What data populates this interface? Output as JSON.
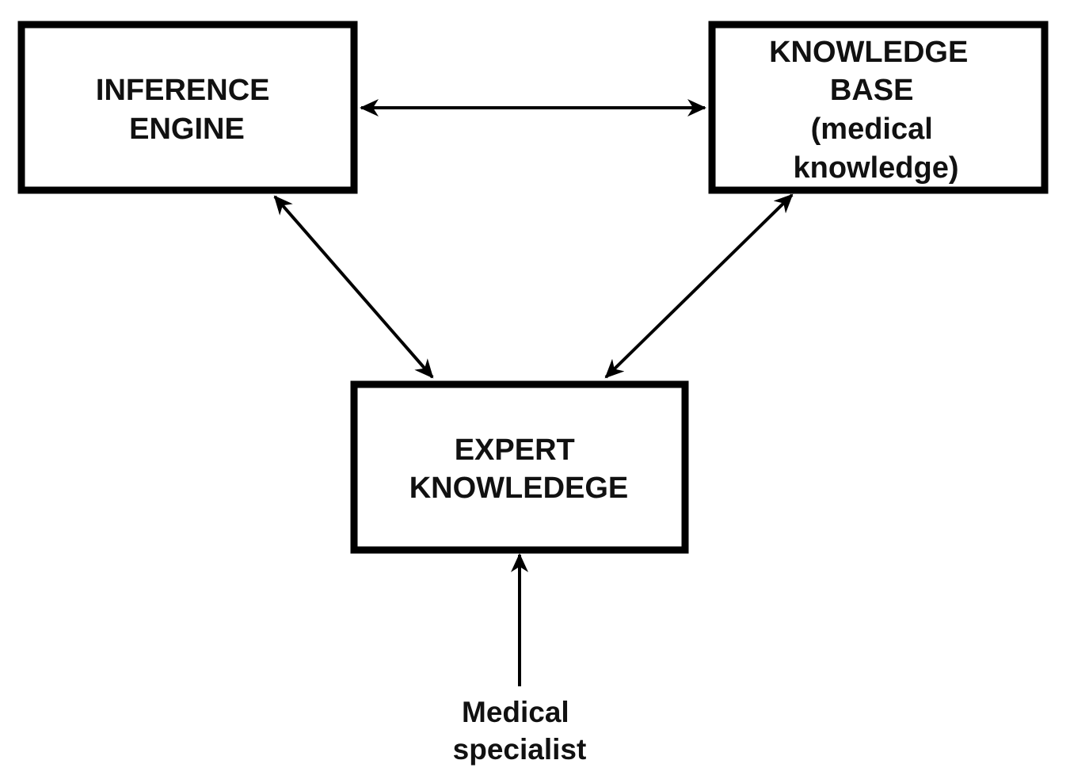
{
  "diagram": {
    "nodes": {
      "inference_engine": {
        "lines": [
          "INFERENCE",
          "ENGINE"
        ]
      },
      "knowledge_base": {
        "lines": [
          "KNOWLEDGE",
          "BASE",
          "(medical",
          "knowledge)"
        ]
      },
      "expert_knowledge": {
        "lines": [
          "EXPERT",
          "KNOWLEDEGE"
        ]
      },
      "medical_specialist": {
        "lines": [
          "Medical",
          "specialist"
        ]
      }
    },
    "edges": [
      {
        "from": "inference_engine",
        "to": "knowledge_base",
        "direction": "both"
      },
      {
        "from": "inference_engine",
        "to": "expert_knowledge",
        "direction": "both"
      },
      {
        "from": "knowledge_base",
        "to": "expert_knowledge",
        "direction": "both"
      },
      {
        "from": "medical_specialist",
        "to": "expert_knowledge",
        "direction": "forward"
      }
    ]
  }
}
